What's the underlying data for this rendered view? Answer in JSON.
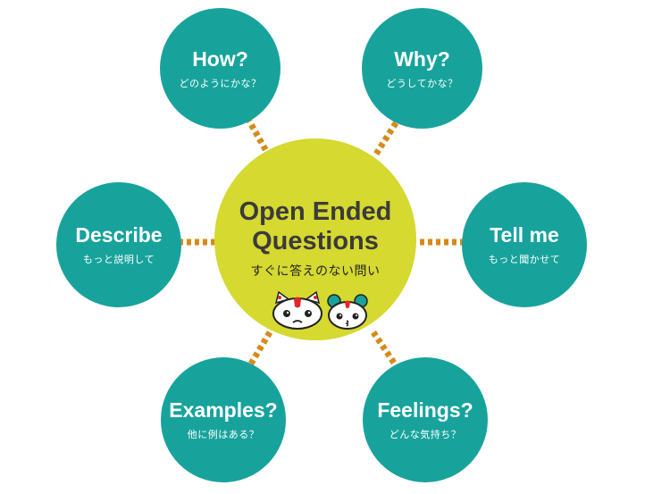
{
  "center": {
    "title_line1": "Open Ended",
    "title_line2": "Questions",
    "subtitle": "すぐに答えのない問い"
  },
  "nodes": [
    {
      "key": "how",
      "title": "How?",
      "subtitle": "どのようにかな？"
    },
    {
      "key": "why",
      "title": "Why?",
      "subtitle": "どうしてかな？"
    },
    {
      "key": "describe",
      "title": "Describe",
      "subtitle": "もっと説明して"
    },
    {
      "key": "tellme",
      "title": "Tell me",
      "subtitle": "もっと聞かせて"
    },
    {
      "key": "examples",
      "title": "Examples?",
      "subtitle": "他に例はある？"
    },
    {
      "key": "feelings",
      "title": "Feelings?",
      "subtitle": "どんな気持ち？"
    }
  ],
  "colors": {
    "node": "#17a39c",
    "center": "#d5d930",
    "connector": "#d68a1a",
    "text_dark": "#3b3b3b"
  },
  "icons": [
    "cat-mascot-icon",
    "bear-mascot-icon"
  ]
}
